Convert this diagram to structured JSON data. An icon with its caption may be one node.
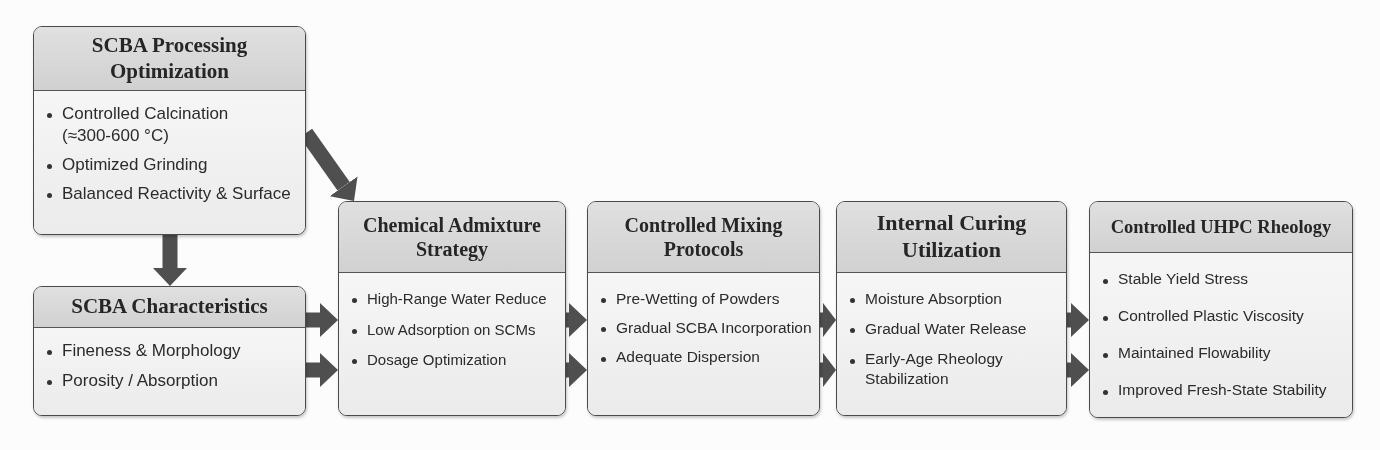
{
  "diagram": {
    "nodes": [
      {
        "text": [
          "SCBA Processing Optimization",
          "Controlled Calcination (≈300-600 °C)",
          "Optimized Grinding",
          "Balanced Reactivity & Surface"
        ]
      },
      {
        "text": [
          "SCBA Characteristics",
          "Fineness & Morphology",
          "Porosity / Absorption"
        ]
      },
      {
        "text": [
          "Chemical Admixture Strategy",
          "High-Range Water Reduce",
          "Low Adsorption on SCMs",
          "Dosage Optimization"
        ]
      },
      {
        "text": [
          "Controlled Mixing Protocols",
          "Pre-Wetting of Powders",
          "Gradual SCBA Incorporation",
          "Adequate Dispersion"
        ]
      },
      {
        "text": [
          "Internal Curing Utilization",
          "Moisture Absorption",
          "Gradual Water Release",
          "Early-Age Rheology Stabilization"
        ]
      },
      {
        "text": [
          "Controlled UHPC Rheology",
          "Stable Yield Stress",
          "Controlled Plastic Viscosity",
          "Maintained Flowability",
          "Improved Fresh-State Stability"
        ]
      }
    ],
    "edges": [
      {
        "from": 0,
        "to": 1,
        "arrow": "to"
      },
      {
        "from": 0,
        "to": 2,
        "arrow": "to"
      },
      {
        "from": 1,
        "to": 2,
        "arrow": "to"
      },
      {
        "from": 1,
        "to": 2,
        "arrow": "to"
      },
      {
        "from": 2,
        "to": 3,
        "arrow": "to"
      },
      {
        "from": 2,
        "to": 3,
        "arrow": "to"
      },
      {
        "from": 3,
        "to": 4,
        "arrow": "to"
      },
      {
        "from": 3,
        "to": 4,
        "arrow": "to"
      },
      {
        "from": 4,
        "to": 5,
        "arrow": "to"
      },
      {
        "from": 4,
        "to": 5,
        "arrow": "to"
      }
    ]
  }
}
